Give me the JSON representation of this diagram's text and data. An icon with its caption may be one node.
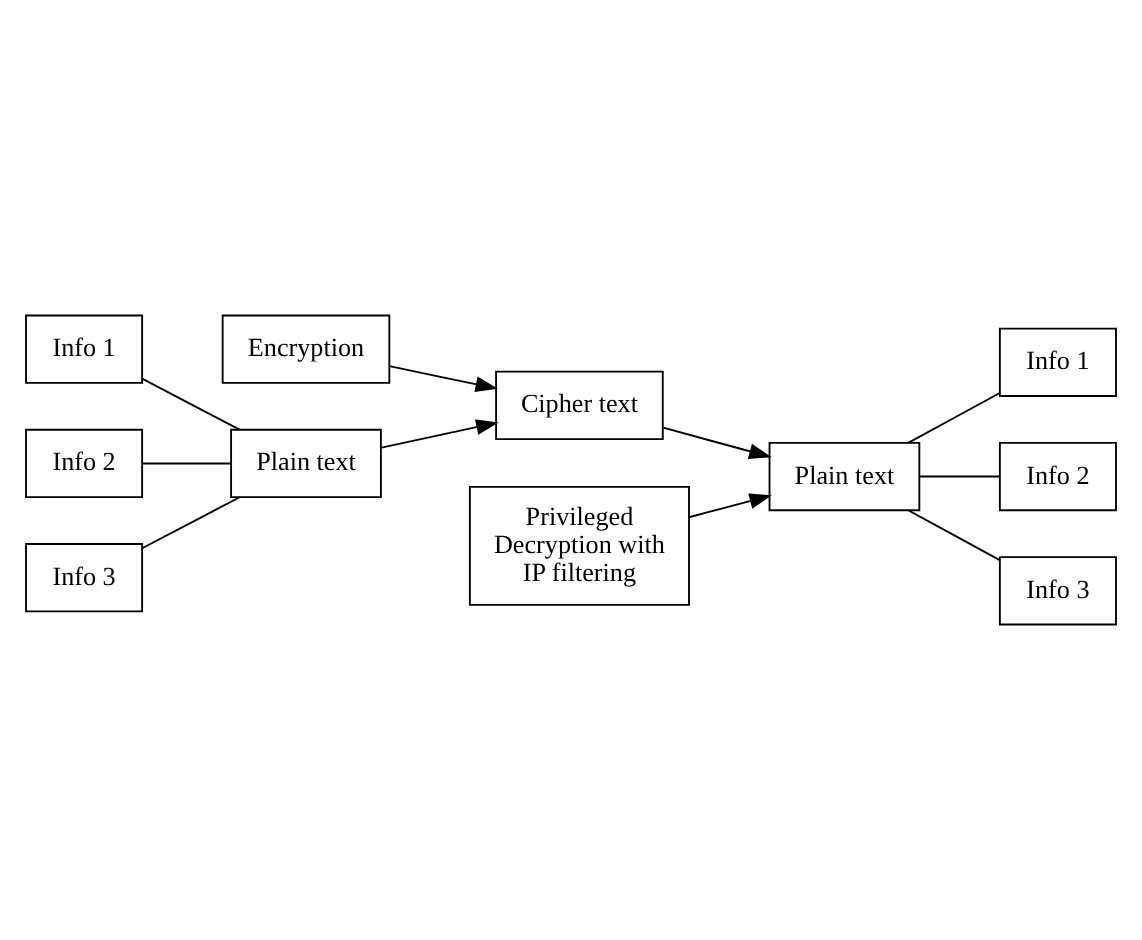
{
  "diagram": {
    "nodes": [
      {
        "text": [
          "Encryption"
        ]
      },
      {
        "text": [
          "Privileged Decryption with IP filtering"
        ]
      },
      {
        "text": [
          "Info 1"
        ]
      },
      {
        "text": [
          "Info 2"
        ]
      },
      {
        "text": [
          "Info 3"
        ]
      },
      {
        "text": [
          "Plain text"
        ]
      },
      {
        "text": [
          "Cipher text"
        ]
      },
      {
        "text": [
          "Plain text"
        ]
      },
      {
        "text": [
          "Info 1"
        ]
      },
      {
        "text": [
          "Info 2"
        ]
      },
      {
        "text": [
          "Info 3"
        ]
      }
    ],
    "edges": [
      {
        "from": 2,
        "to": 5,
        "arrow": "none"
      },
      {
        "from": 3,
        "to": 5,
        "arrow": "none"
      },
      {
        "from": 4,
        "to": 5,
        "arrow": "none"
      },
      {
        "from": 5,
        "to": 6,
        "arrow": "to"
      },
      {
        "from": 0,
        "to": 6,
        "arrow": "to"
      },
      {
        "from": 6,
        "to": 7,
        "arrow": "to"
      },
      {
        "from": 1,
        "to": 7,
        "arrow": "to"
      },
      {
        "from": 7,
        "to": 8,
        "arrow": "none"
      },
      {
        "from": 7,
        "to": 9,
        "arrow": "none"
      },
      {
        "from": 7,
        "to": 10,
        "arrow": "none"
      }
    ]
  }
}
